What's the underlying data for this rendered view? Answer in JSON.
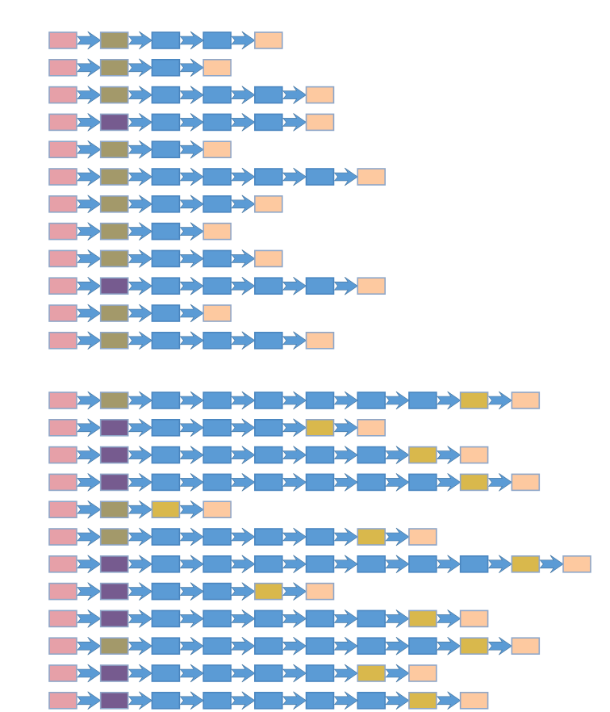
{
  "palette": {
    "start": "#e6a0a8",
    "variant_a": "#a3996a",
    "variant_b": "#765b8f",
    "step": "#5b9bd5",
    "highlight": "#d9b84c",
    "end": "#fdc9a0",
    "arrow": "#5b9bd5"
  },
  "borders": {
    "start": "#8ea6c8",
    "variant_a": "#8ea6c8",
    "variant_b": "#8ea6c8",
    "step": "#4a86c0",
    "highlight": "#8ea6c8",
    "end": "#8ea6c8"
  },
  "groups": [
    {
      "id": "group-1",
      "sequences": [
        [
          "start",
          "variant_a",
          "step",
          "step",
          "end"
        ],
        [
          "start",
          "variant_a",
          "step",
          "end"
        ],
        [
          "start",
          "variant_a",
          "step",
          "step",
          "step",
          "end"
        ],
        [
          "start",
          "variant_b",
          "step",
          "step",
          "step",
          "end"
        ],
        [
          "start",
          "variant_a",
          "step",
          "end"
        ],
        [
          "start",
          "variant_a",
          "step",
          "step",
          "step",
          "step",
          "end"
        ],
        [
          "start",
          "variant_a",
          "step",
          "step",
          "end"
        ],
        [
          "start",
          "variant_a",
          "step",
          "end"
        ],
        [
          "start",
          "variant_a",
          "step",
          "step",
          "end"
        ],
        [
          "start",
          "variant_b",
          "step",
          "step",
          "step",
          "step",
          "end"
        ],
        [
          "start",
          "variant_a",
          "step",
          "end"
        ],
        [
          "start",
          "variant_a",
          "step",
          "step",
          "step",
          "end"
        ]
      ]
    },
    {
      "id": "group-2",
      "sequences": [
        [
          "start",
          "variant_a",
          "step",
          "step",
          "step",
          "step",
          "step",
          "step",
          "highlight",
          "end"
        ],
        [
          "start",
          "variant_b",
          "step",
          "step",
          "step",
          "highlight",
          "end"
        ],
        [
          "start",
          "variant_b",
          "step",
          "step",
          "step",
          "step",
          "step",
          "highlight",
          "end"
        ],
        [
          "start",
          "variant_b",
          "step",
          "step",
          "step",
          "step",
          "step",
          "step",
          "highlight",
          "end"
        ],
        [
          "start",
          "variant_a",
          "highlight",
          "end"
        ],
        [
          "start",
          "variant_a",
          "step",
          "step",
          "step",
          "step",
          "highlight",
          "end"
        ],
        [
          "start",
          "variant_b",
          "step",
          "step",
          "step",
          "step",
          "step",
          "step",
          "step",
          "highlight",
          "end"
        ],
        [
          "start",
          "variant_b",
          "step",
          "step",
          "highlight",
          "end"
        ],
        [
          "start",
          "variant_b",
          "step",
          "step",
          "step",
          "step",
          "step",
          "highlight",
          "end"
        ],
        [
          "start",
          "variant_a",
          "step",
          "step",
          "step",
          "step",
          "step",
          "step",
          "highlight",
          "end"
        ],
        [
          "start",
          "variant_b",
          "step",
          "step",
          "step",
          "step",
          "highlight",
          "end"
        ],
        [
          "start",
          "variant_b",
          "step",
          "step",
          "step",
          "step",
          "step",
          "highlight",
          "end"
        ]
      ]
    }
  ]
}
